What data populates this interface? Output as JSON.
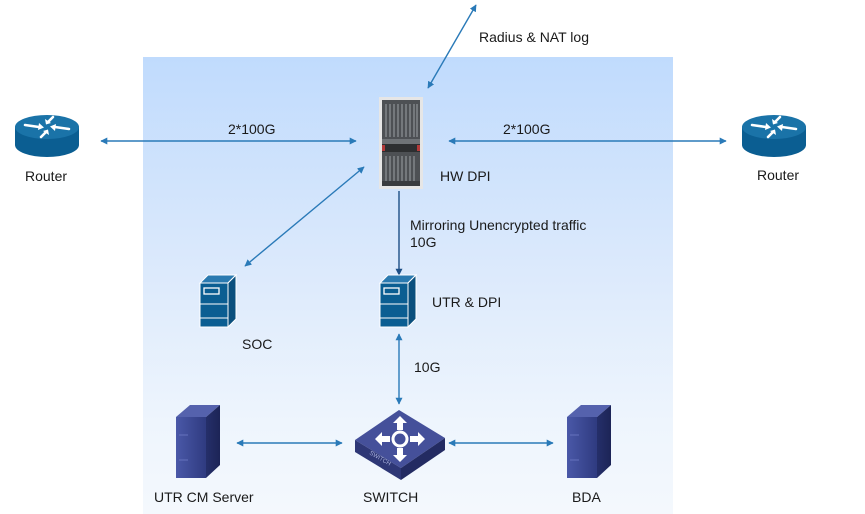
{
  "diagram": {
    "title": "",
    "zone": {
      "name": "operator-network-zone"
    },
    "nodes": {
      "router_left": {
        "label": "Router",
        "icon": "router-icon"
      },
      "router_right": {
        "label": "Router",
        "icon": "router-icon"
      },
      "hw_dpi": {
        "label": "HW DPI",
        "icon": "dpi-chassis-icon"
      },
      "soc": {
        "label": "SOC",
        "icon": "server-icon"
      },
      "utr_dpi": {
        "label": "UTR & DPI",
        "icon": "server-icon"
      },
      "switch": {
        "label": "SWITCH",
        "icon": "switch-icon",
        "badge": "SWITCH"
      },
      "utr_cm_server": {
        "label": "UTR CM Server",
        "icon": "tower-server-icon"
      },
      "bda": {
        "label": "BDA",
        "icon": "tower-server-icon"
      }
    },
    "links": [
      {
        "id": "radius-nat",
        "from": "external",
        "to": "hw_dpi",
        "label": "Radius & NAT log",
        "bidirectional": true
      },
      {
        "id": "router-left-dpi",
        "from": "router_left",
        "to": "hw_dpi",
        "label": "2*100G",
        "bidirectional": true
      },
      {
        "id": "dpi-router-right",
        "from": "hw_dpi",
        "to": "router_right",
        "label": "2*100G",
        "bidirectional": true
      },
      {
        "id": "dpi-soc",
        "from": "hw_dpi",
        "to": "soc",
        "label": "",
        "bidirectional": true
      },
      {
        "id": "dpi-utr",
        "from": "hw_dpi",
        "to": "utr_dpi",
        "label": "Mirroring Unencrypted traffic",
        "label2": "10G",
        "bidirectional": false
      },
      {
        "id": "utr-switch",
        "from": "utr_dpi",
        "to": "switch",
        "label": "10G",
        "bidirectional": true
      },
      {
        "id": "cm-switch",
        "from": "utr_cm_server",
        "to": "switch",
        "label": "",
        "bidirectional": true
      },
      {
        "id": "switch-bda",
        "from": "switch",
        "to": "bda",
        "label": "",
        "bidirectional": true
      }
    ],
    "colors": {
      "link": "#2a7ab8",
      "link_dark": "#1d4f86",
      "cisco_blue": "#0b5e92",
      "server_navy": "#2e3b7e",
      "zone_top": "#c0dbfd",
      "zone_bottom": "#f4f8fd"
    }
  }
}
